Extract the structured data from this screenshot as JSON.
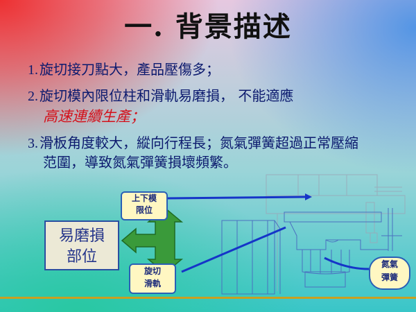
{
  "title": "一. 背景描述",
  "items": [
    {
      "num": "1.",
      "text": "旋切接刀點大，產品壓傷多；"
    },
    {
      "num": "2.",
      "text": "旋切模內限位柱和滑軌易磨損，  不能適應"
    },
    {
      "num": "3.",
      "text": "滑板角度較大，縱向行程長；氮氣彈簧超過正常壓縮"
    },
    {
      "num": "",
      "text": "范圍，導致氮氣彈簧損壞頻繁。"
    }
  ],
  "emphasis": "高速連續生產；",
  "left_box": {
    "line1": "易磨損",
    "line2": "部位"
  },
  "callouts": {
    "limit": {
      "line1": "上下模",
      "line2": "限位"
    },
    "slide": {
      "line1": "旋切",
      "line2": "滑軌"
    },
    "gas": {
      "line1": "氮氣",
      "line2": "彈簧"
    }
  },
  "colors": {
    "text": "#0c1a6e",
    "emphasis": "#d4101a",
    "arrow": "#3a9a3a",
    "box_border": "#2a5fb6"
  }
}
